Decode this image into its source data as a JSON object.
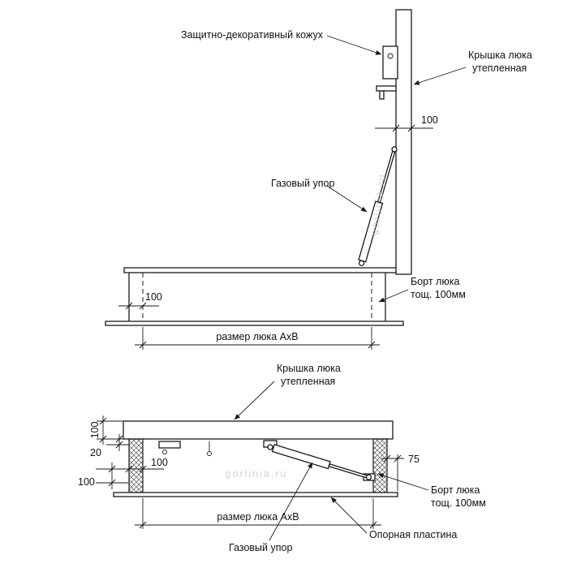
{
  "watermark": {
    "text": "gorlinia.ru"
  },
  "top_view": {
    "labels": {
      "casing": "Защитно-декоративный кожух",
      "cover_line1": "Крышка люка",
      "cover_line2": "утепленная",
      "strut": "Газовый упор",
      "board_line1": "Борт люка",
      "board_line2": "тощ. 100мм",
      "size": "размер люка АхВ"
    },
    "dims": {
      "cover_thickness": "100",
      "board_thickness": "100"
    }
  },
  "bottom_view": {
    "labels": {
      "cover_line1": "Крышка люка",
      "cover_line2": "утепленная",
      "board_line1": "Борт люка",
      "board_line2": "тощ. 100мм",
      "plate": "Опорная пластина",
      "strut": "Газовый упор",
      "size": "размер люка АхВ"
    },
    "dims": {
      "cover_thickness": "100",
      "gap": "20",
      "board_thickness": "100",
      "depth": "100",
      "overhang": "75"
    }
  }
}
